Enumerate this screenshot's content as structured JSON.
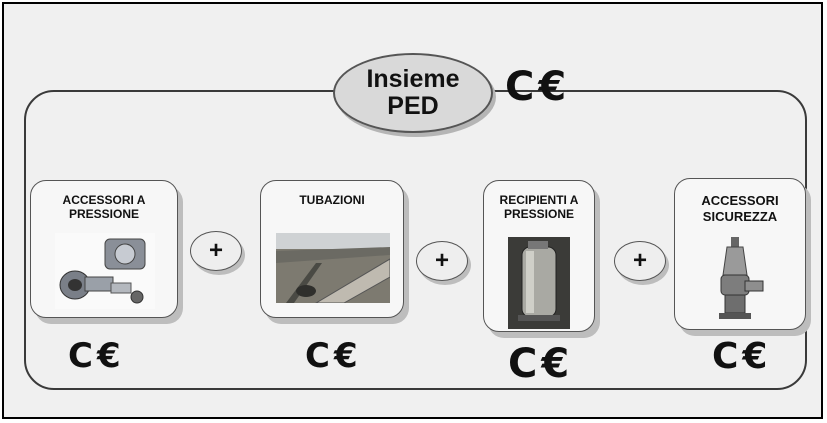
{
  "title": {
    "line1": "Insieme",
    "line2": "PED"
  },
  "ce_mark": {
    "c": "C",
    "e": "€"
  },
  "plus_symbol": "+",
  "items": [
    {
      "line1": "ACCESSORI A",
      "line2": "PRESSIONE"
    },
    {
      "line1": "TUBAZIONI",
      "line2": ""
    },
    {
      "line1": "RECIPIENTI A",
      "line2": "PRESSIONE"
    },
    {
      "line1": "ACCESSORI",
      "line2": "SICUREZZA"
    }
  ]
}
